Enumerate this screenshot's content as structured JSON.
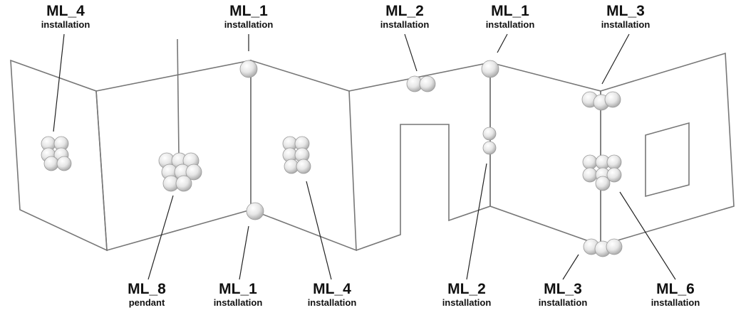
{
  "labels": {
    "top_ml4": {
      "code": "ML_4",
      "kind": "installation"
    },
    "top_ml1a": {
      "code": "ML_1",
      "kind": "installation"
    },
    "top_ml2": {
      "code": "ML_2",
      "kind": "installation"
    },
    "top_ml1b": {
      "code": "ML_1",
      "kind": "installation"
    },
    "top_ml3": {
      "code": "ML_3",
      "kind": "installation"
    },
    "bot_ml8": {
      "code": "ML_8",
      "kind": "pendant"
    },
    "bot_ml1": {
      "code": "ML_1",
      "kind": "installation"
    },
    "bot_ml4": {
      "code": "ML_4",
      "kind": "installation"
    },
    "bot_ml2": {
      "code": "ML_2",
      "kind": "installation"
    },
    "bot_ml3": {
      "code": "ML_3",
      "kind": "installation"
    },
    "bot_ml6": {
      "code": "ML_6",
      "kind": "installation"
    }
  },
  "colors": {
    "wall_line": "#777777",
    "leader": "#222222",
    "sphere_light": "#ffffff",
    "sphere_dark": "#b8b8b8"
  }
}
